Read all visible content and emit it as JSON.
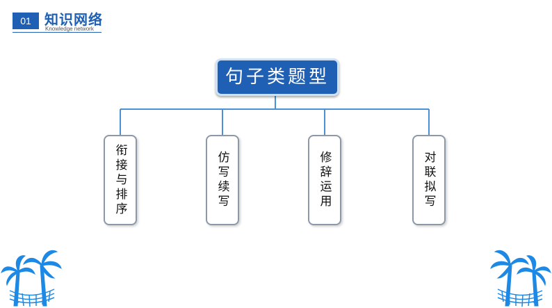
{
  "header": {
    "number": "01",
    "title": "知识网络",
    "subtitle": "Knowledge network"
  },
  "diagram": {
    "root": "句子类题型",
    "children": [
      "衔接与排序",
      "仿写续写",
      "修辞运用",
      "对联拟写"
    ]
  },
  "colors": {
    "primary": "#1f5fb4",
    "connector": "#4a90d9",
    "decoration": "#1e88e5"
  },
  "icons": [
    "palm-tree-hammock-icon"
  ]
}
